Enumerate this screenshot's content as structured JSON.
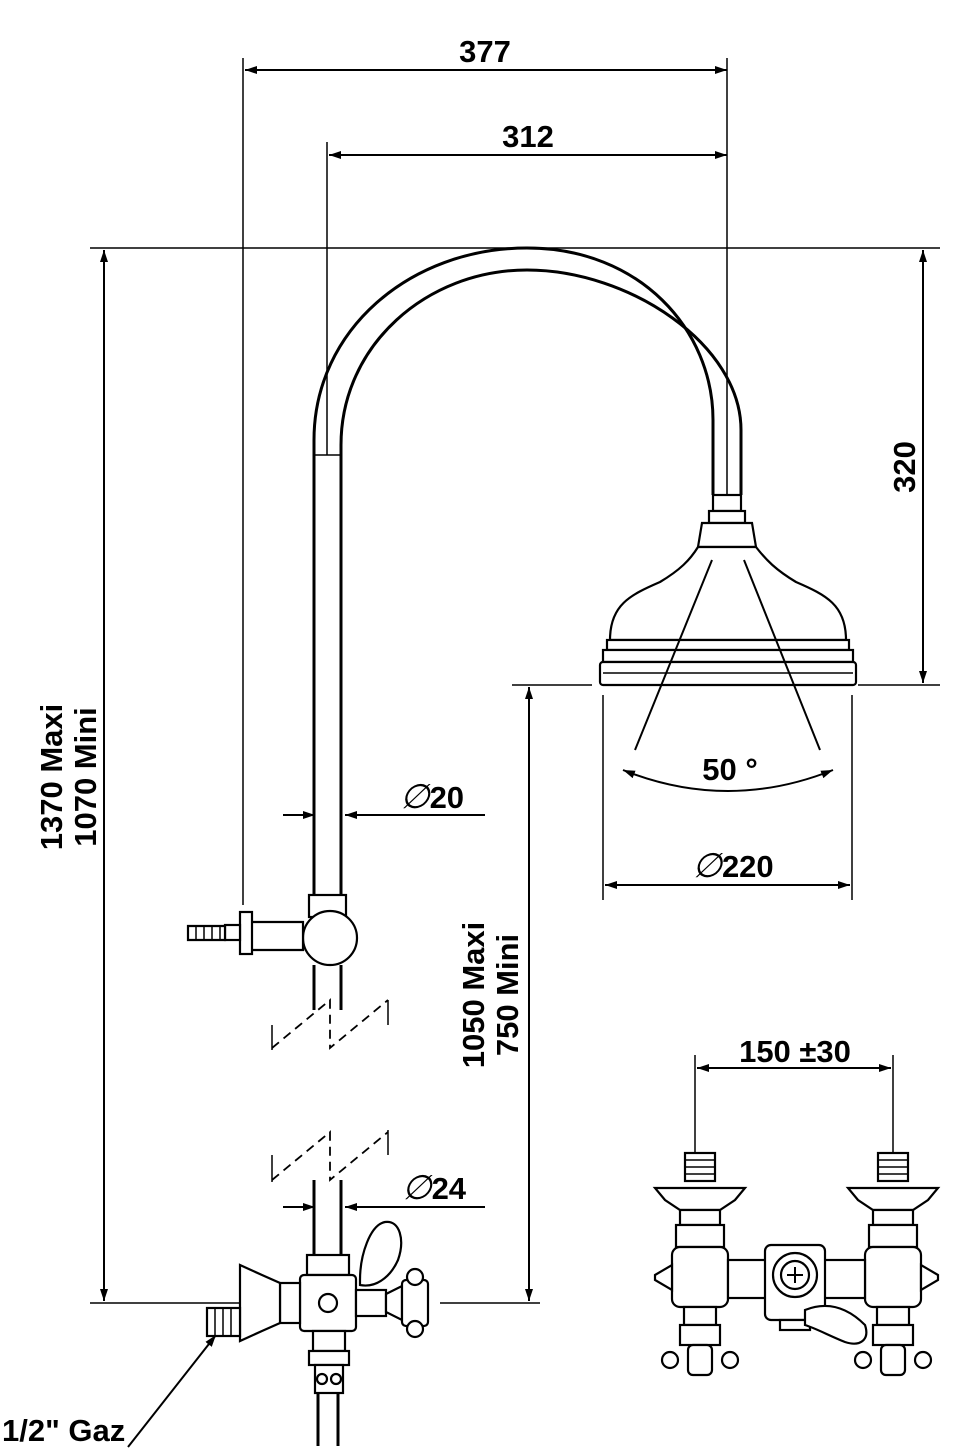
{
  "dimensions": {
    "total_reach": "377",
    "arm_reach": "312",
    "head_height": "320",
    "spray_angle": "50 °",
    "head_diameter": "220",
    "upper_tube_diameter": "20",
    "lower_tube_diameter": "24",
    "total_height_maxi": "1370 Maxi",
    "total_height_mini": "1070 Mini",
    "head_clearance_maxi": "1050 Maxi",
    "head_clearance_mini": "750 Mini",
    "valve_spacing": "150 ±30",
    "inlet_thread": "1/2\" Gaz"
  },
  "symbols": {
    "diameter": "∅"
  },
  "colors": {
    "line": "#000000",
    "background": "#ffffff"
  }
}
